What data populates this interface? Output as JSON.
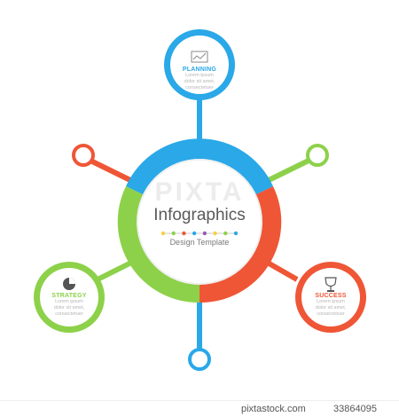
{
  "colors": {
    "blue": "#2aa8e8",
    "green": "#8dd14a",
    "red": "#ef5636",
    "text_gray": "#5a5a5a"
  },
  "center": {
    "title": "Infographics",
    "subtitle": "Design Template",
    "dot_colors": [
      "#f7d13c",
      "#8dd14a",
      "#ef5636",
      "#2aa8e8",
      "#9b59b6",
      "#f7d13c",
      "#8dd14a",
      "#2aa8e8"
    ]
  },
  "nodes": {
    "planning": {
      "title": "PLANNING",
      "body": [
        "Lorem ipsum",
        "dolor sit amet,",
        "consectetuer"
      ],
      "icon": "chart-icon"
    },
    "strategy": {
      "title": "STRATEGY",
      "body": [
        "Lorem ipsum",
        "dolor sit amet,",
        "consectetuer"
      ],
      "icon": "pie-chart-icon"
    },
    "success": {
      "title": "SUCCESS",
      "body": [
        "Lorem ipsum",
        "dolor sit amet,",
        "consectetuer"
      ],
      "icon": "trophy-icon"
    }
  },
  "watermark": "PIXTA",
  "footer": {
    "source": "pixtastock.com",
    "id": "33864095"
  }
}
